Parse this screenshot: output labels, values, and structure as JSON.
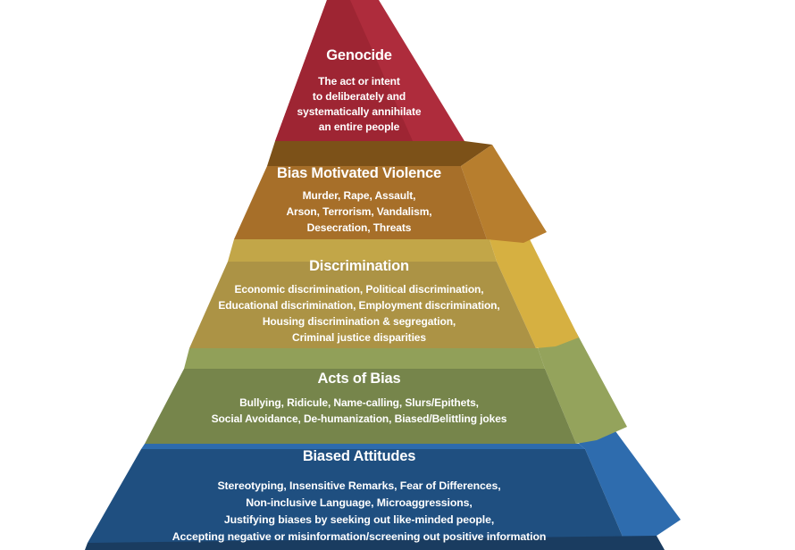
{
  "diagram": {
    "kind": "pyramid-of-hate",
    "background": "#FFFFFF",
    "text_color": "#FFFFFF"
  },
  "levels": [
    {
      "id": "genocide",
      "title": "Genocide",
      "lines": [
        "The act or intent",
        "to deliberately and",
        "systematically annihilate",
        "an entire people"
      ],
      "colors": {
        "front": "#9E2533",
        "side": "#AE2C3C"
      }
    },
    {
      "id": "bias-motivated-violence",
      "title": "Bias Motivated Violence",
      "lines": [
        "Murder, Rape, Assault,",
        "Arson, Terrorism, Vandalism,",
        "Desecration, Threats"
      ],
      "colors": {
        "front": "#A76F29",
        "side": "#B77E2E",
        "bevel": "#7C5118"
      }
    },
    {
      "id": "discrimination",
      "title": "Discrimination",
      "lines": [
        "Economic discrimination, Political discrimination,",
        "Educational discrimination, Employment discrimination,",
        "Housing discrimination & segregation,",
        "Criminal justice disparities"
      ],
      "colors": {
        "front": "#AC9345",
        "side": "#D6B041",
        "bevel": "#C2A648"
      }
    },
    {
      "id": "acts-of-bias",
      "title": "Acts of Bias",
      "lines": [
        "Bullying, Ridicule, Name-calling, Slurs/Epithets,",
        "Social Avoidance, De-humanization, Biased/Belittling jokes"
      ],
      "colors": {
        "front": "#76854B",
        "side": "#94A35C",
        "bevel": "#91A059"
      }
    },
    {
      "id": "biased-attitudes",
      "title": "Biased Attitudes",
      "lines": [
        "Stereotyping, Insensitive Remarks, Fear of Differences,",
        "Non-inclusive Language, Microaggressions,",
        "Justifying biases by seeking out like-minded people,",
        "Accepting negative or misinformation/screening out positive information"
      ],
      "colors": {
        "front": "#1F4F80",
        "side": "#2E6CAE",
        "bevel": "#2D6BAD",
        "base": "#1A3C60"
      }
    }
  ]
}
